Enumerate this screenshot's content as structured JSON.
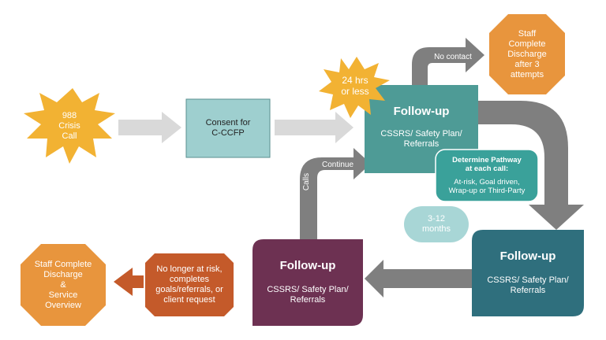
{
  "crisis_call": "988\nCrisis\nCall",
  "consent": "Consent for\nC-CCFP",
  "time_burst": "24 hrs\nor less",
  "follow_up_1": {
    "title": "Follow-up",
    "body": "CSSRS/ Safety Plan/\nReferrals"
  },
  "no_contact": "No contact",
  "discharge_after_attempts": "Staff\nComplete\nDischarge\nafter 3\nattempts",
  "pathway": {
    "title": "Determine Pathway\nat each call:",
    "body": "At-risk, Goal driven,\nWrap-up or Third-Party"
  },
  "duration": "3-12\nmonths",
  "follow_up_2": {
    "title": "Follow-up",
    "body": "CSSRS/ Safety Plan/\nReferrals"
  },
  "follow_up_3": {
    "title": "Follow-up",
    "body": "CSSRS/ Safety Plan/\nReferrals"
  },
  "calls": "Calls",
  "continue": "Continue",
  "exit_criteria": "No longer at risk,\ncompletes\ngoals/referrals, or\nclient request",
  "final_discharge": "Staff Complete\nDischarge\n&\nService\nOverview",
  "colors": {
    "burst": "#f2b233",
    "consent": "#9ecfcf",
    "followup_teal": "#4e9b96",
    "followup_dark_teal": "#2f6f7d",
    "followup_plum": "#6d3152",
    "pathway": "#3aa19a",
    "duration": "#a8d6d6",
    "discharge": "#e8953d",
    "exit": "#c45a2a",
    "arrow_light": "#d9d9d9",
    "arrow_dark": "#7f7f7f"
  }
}
